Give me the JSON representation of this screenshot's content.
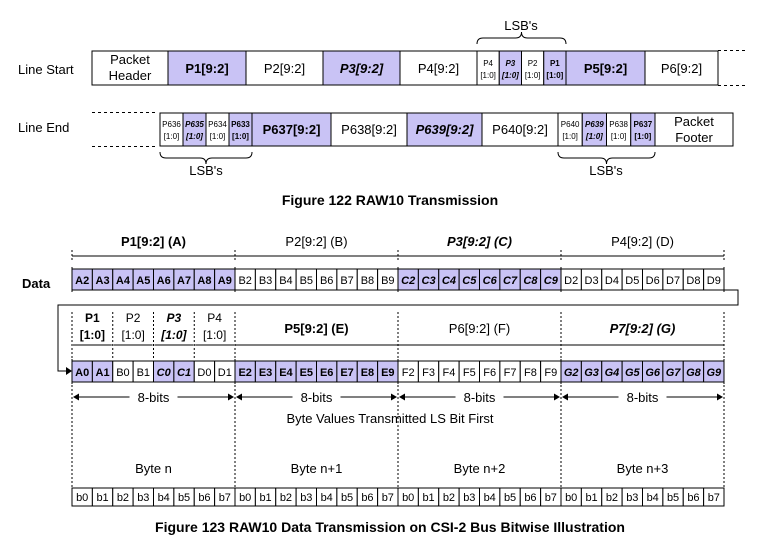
{
  "fig1": {
    "caption": "Figure 122 RAW10 Transmission",
    "lsbs_label": "LSB's",
    "line_start": {
      "label": "Line Start",
      "header": [
        "Packet",
        "Header"
      ],
      "cells": [
        {
          "text": "P1[9:2]",
          "style": "hb"
        },
        {
          "text": "P2[9:2]",
          "style": "n"
        },
        {
          "text": "P3[9:2]",
          "style": "hbi"
        },
        {
          "text": "P4[9:2]",
          "style": "n"
        },
        {
          "small": [
            "P4",
            "[1:0]",
            "P3",
            "[1:0]",
            "P2",
            "[1:0]",
            "P1",
            "[1:0]"
          ]
        },
        {
          "text": "P5[9:2]",
          "style": "hb"
        },
        {
          "text": "P6[9:2]",
          "style": "n"
        }
      ]
    },
    "line_end": {
      "label": "Line End",
      "footer": [
        "Packet",
        "Footer"
      ],
      "small_a": [
        "P636",
        "[1:0]",
        "P635",
        "[1:0]",
        "P634",
        "[1:0]",
        "P633",
        "[1:0]"
      ],
      "cells": [
        {
          "text": "P637[9:2]",
          "style": "hb"
        },
        {
          "text": "P638[9:2]",
          "style": "n"
        },
        {
          "text": "P639[9:2]",
          "style": "hbi"
        },
        {
          "text": "P640[9:2]",
          "style": "n"
        }
      ],
      "small_b": [
        "P640",
        "[1:0]",
        "P639",
        "[1:0]",
        "P638",
        "[1:0]",
        "P637",
        "[1:0]"
      ]
    }
  },
  "fig2": {
    "caption": "Figure 123 RAW10 Data Transmission on CSI-2 Bus Bitwise Illustration",
    "data_label": "Data",
    "top_groups": [
      {
        "label": "P1[9:2] (A)",
        "style": "b"
      },
      {
        "label": "P2[9:2] (B)",
        "style": "n"
      },
      {
        "label": "P3[9:2] (C)",
        "style": "bi"
      },
      {
        "label": "P4[9:2] (D)",
        "style": "n"
      }
    ],
    "row1": [
      "A2",
      "A3",
      "A4",
      "A5",
      "A6",
      "A7",
      "A8",
      "A9",
      "B2",
      "B3",
      "B4",
      "B5",
      "B6",
      "B7",
      "B8",
      "B9",
      "C2",
      "C3",
      "C4",
      "C5",
      "C6",
      "C7",
      "C8",
      "C9",
      "D2",
      "D3",
      "D4",
      "D5",
      "D6",
      "D7",
      "D8",
      "D9"
    ],
    "lsb_groups": [
      {
        "name": "P1",
        "bits": "[1:0]",
        "style": "b"
      },
      {
        "name": "P2",
        "bits": "[1:0]",
        "style": "n"
      },
      {
        "name": "P3",
        "bits": "[1:0]",
        "style": "bi"
      },
      {
        "name": "P4",
        "bits": "[1:0]",
        "style": "n"
      }
    ],
    "mid_groups": [
      {
        "label": "P5[9:2] (E)",
        "style": "b"
      },
      {
        "label": "P6[9:2] (F)",
        "style": "n"
      },
      {
        "label": "P7[9:2] (G)",
        "style": "bi"
      }
    ],
    "row2": [
      "A0",
      "A1",
      "B0",
      "B1",
      "C0",
      "C1",
      "D0",
      "D1",
      "E2",
      "E3",
      "E4",
      "E5",
      "E6",
      "E7",
      "E8",
      "E9",
      "F2",
      "F3",
      "F4",
      "F5",
      "F6",
      "F7",
      "F8",
      "F9",
      "G2",
      "G3",
      "G4",
      "G5",
      "G6",
      "G7",
      "G8",
      "G9"
    ],
    "eight_bits": "8-bits",
    "byte_note": "Byte Values Transmitted LS Bit First",
    "bytes": [
      "Byte n",
      "Byte n+1",
      "Byte n+2",
      "Byte n+3"
    ],
    "bits": [
      "b0",
      "b1",
      "b2",
      "b3",
      "b4",
      "b5",
      "b6",
      "b7"
    ]
  },
  "colors": {
    "highlight": "#c9c3f5",
    "line": "#000000"
  }
}
